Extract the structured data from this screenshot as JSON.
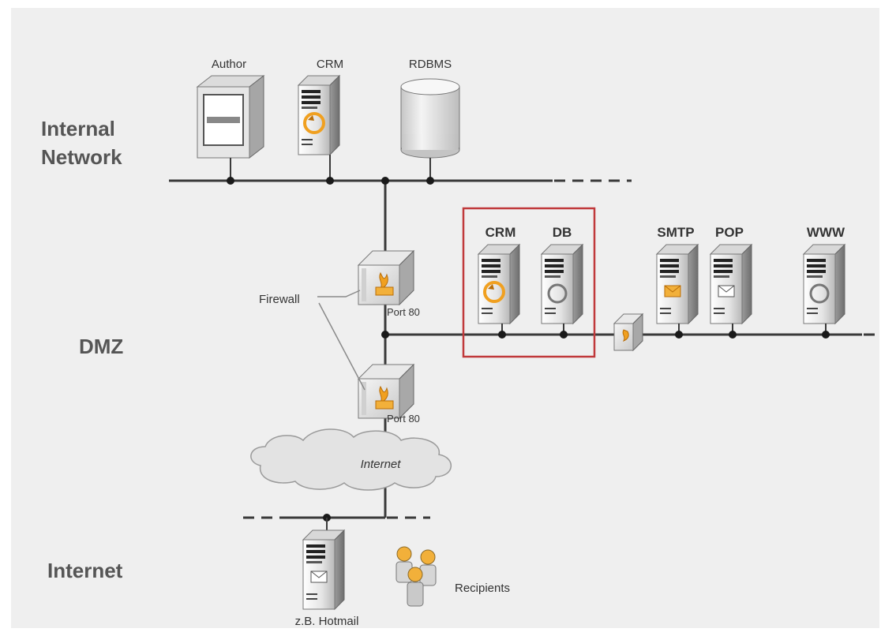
{
  "zones": {
    "internal_line1": "Internal",
    "internal_line2": "Network",
    "dmz": "DMZ",
    "internet": "Internet"
  },
  "internal_nodes": {
    "author": "Author",
    "crm": "CRM",
    "rdbms": "RDBMS"
  },
  "dmz_nodes": {
    "crm": "CRM",
    "db": "DB",
    "smtp": "SMTP",
    "pop": "POP",
    "www": "WWW"
  },
  "firewall": {
    "label": "Firewall",
    "port_top": "Port 80",
    "port_bottom": "Port 80"
  },
  "cloud": {
    "label": "Internet"
  },
  "internet_nodes": {
    "hotmail": "z.B. Hotmail",
    "recipients": "Recipients"
  },
  "colors": {
    "background": "#efefef",
    "highlight_box": "#c0393b",
    "orange_accent": "#f0a020",
    "line": "#3a3a3a"
  }
}
